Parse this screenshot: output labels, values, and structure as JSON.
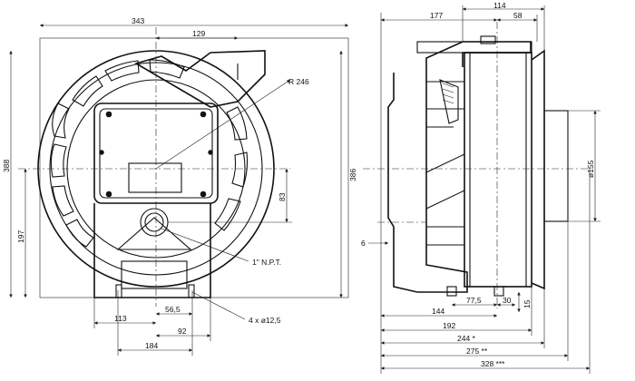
{
  "front_view": {
    "width_overall": "343",
    "width_inlet_offset": "129",
    "radius": "R 246",
    "height_overall": "388",
    "height_base": "197",
    "height_right": "386",
    "inlet_height": "83",
    "base_half": "113",
    "hole_offset": "56,5",
    "hole_spacing": "92",
    "base_width": "184",
    "npt_label": "1\" N.P.T.",
    "holes_label": "4 x ø12,5"
  },
  "side_view": {
    "width_top": "177",
    "width_114": "114",
    "width_58": "58",
    "dia_155": "ø155",
    "left_6": "6",
    "dim_77_5": "77,5",
    "dim_30": "30",
    "dim_15": "15",
    "dim_144": "144",
    "dim_192": "192",
    "dim_244": "244 *",
    "dim_275": "275 **",
    "dim_328": "328 ***"
  }
}
